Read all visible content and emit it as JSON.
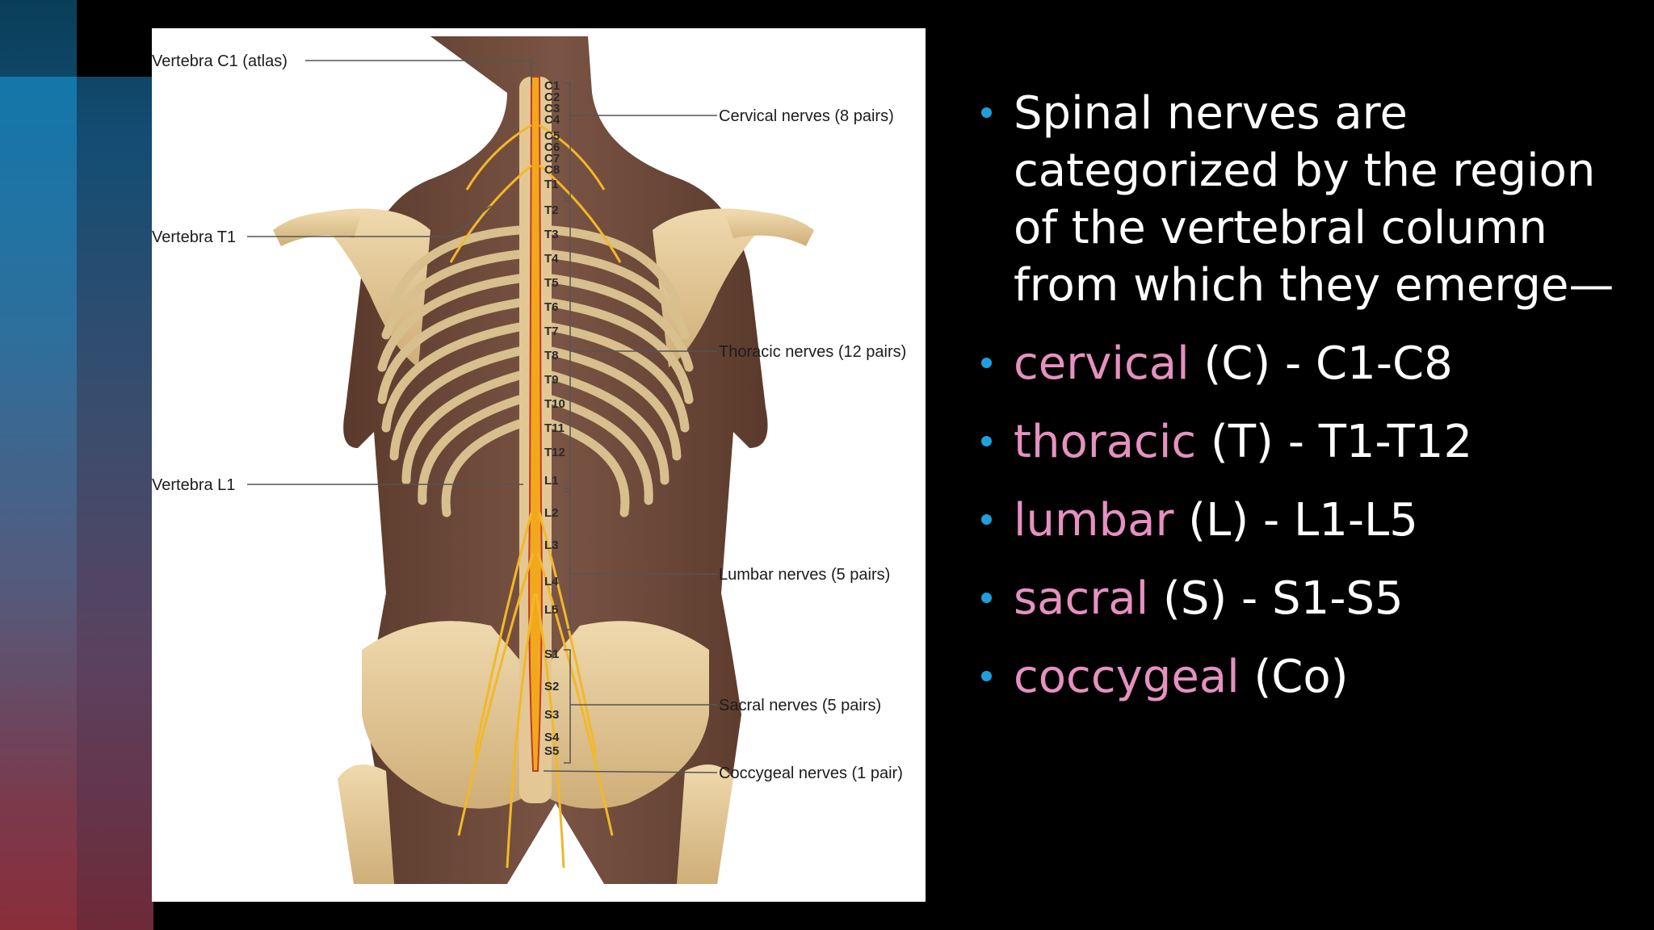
{
  "colors": {
    "accent_pink": "#e591c0",
    "bullet_blue": "#1f9fdc",
    "background": "#000000",
    "text": "#ffffff"
  },
  "diagram": {
    "labels_left": {
      "c1": "Vertebra C1 (atlas)",
      "t1": "Vertebra T1",
      "l1": "Vertebra L1"
    },
    "labels_right": {
      "cervical": "Cervical nerves (8 pairs)",
      "thoracic": "Thoracic nerves (12 pairs)",
      "lumbar": "Lumbar nerves (5 pairs)",
      "sacral": "Sacral nerves (5 pairs)",
      "coccygeal": "Coccygeal nerves (1 pair)"
    },
    "segments": [
      "C1",
      "C2",
      "C3",
      "C4",
      "C5",
      "C6",
      "C7",
      "C8",
      "T1",
      "T2",
      "T3",
      "T4",
      "T5",
      "T6",
      "T7",
      "T8",
      "T9",
      "T10",
      "T11",
      "T12",
      "L1",
      "L2",
      "L3",
      "L4",
      "L5",
      "S1",
      "S2",
      "S3",
      "S4",
      "S5"
    ]
  },
  "bullets": [
    {
      "highlight": "",
      "text": "Spinal nerves are categorized by the region of the vertebral column from which they emerge—"
    },
    {
      "highlight": "cervical",
      "text": " (C) - C1-C8"
    },
    {
      "highlight": " thoracic",
      "text": " (T) - T1-T12"
    },
    {
      "highlight": " lumbar",
      "text": " (L) - L1-L5"
    },
    {
      "highlight": "sacral",
      "text": " (S) - S1-S5"
    },
    {
      "highlight": "coccygeal",
      "text": " (Co)"
    }
  ]
}
